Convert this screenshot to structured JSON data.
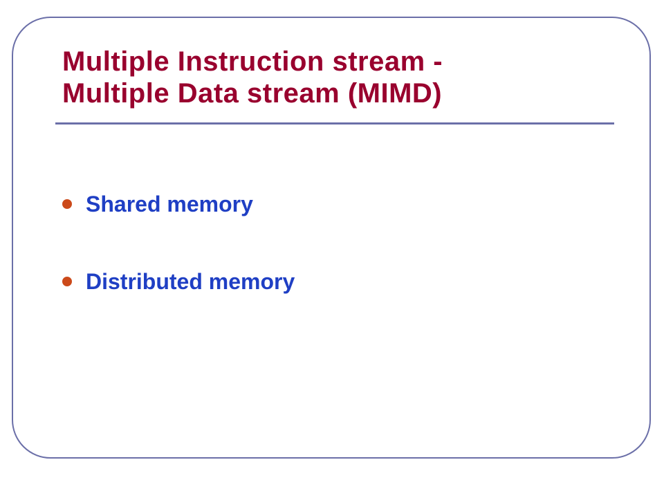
{
  "slide": {
    "title_lines": [
      "Multiple Instruction stream -",
      "Multiple Data stream (MIMD)"
    ],
    "bullets": [
      {
        "text": "Shared memory"
      },
      {
        "text": "Distributed memory"
      }
    ]
  },
  "colors": {
    "title": "#99002e",
    "bullet_text": "#1f3fc4",
    "bullet_dot": "#cc4a1a",
    "frame": "#6b6fa8",
    "background": "#ffffff"
  },
  "icons": {
    "bullet": "bullet-dot-icon"
  }
}
